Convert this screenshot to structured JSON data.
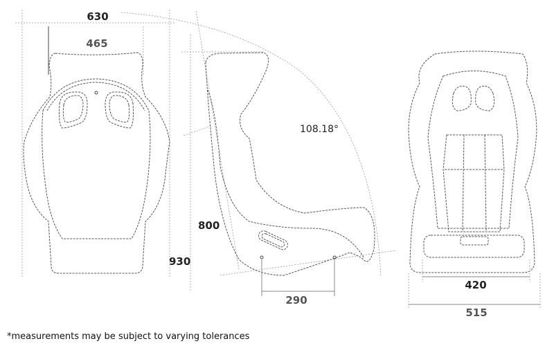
{
  "front_view": {
    "outer_width": "630",
    "inner_width": "465"
  },
  "side_view": {
    "angle": "108.18°",
    "back_height": "800",
    "total_height": "930",
    "mount_spacing": "290"
  },
  "rear_view": {
    "seat_inner_width": "420",
    "seat_outer_width": "515"
  },
  "footnote": "*measurements may be subject to varying tolerances"
}
